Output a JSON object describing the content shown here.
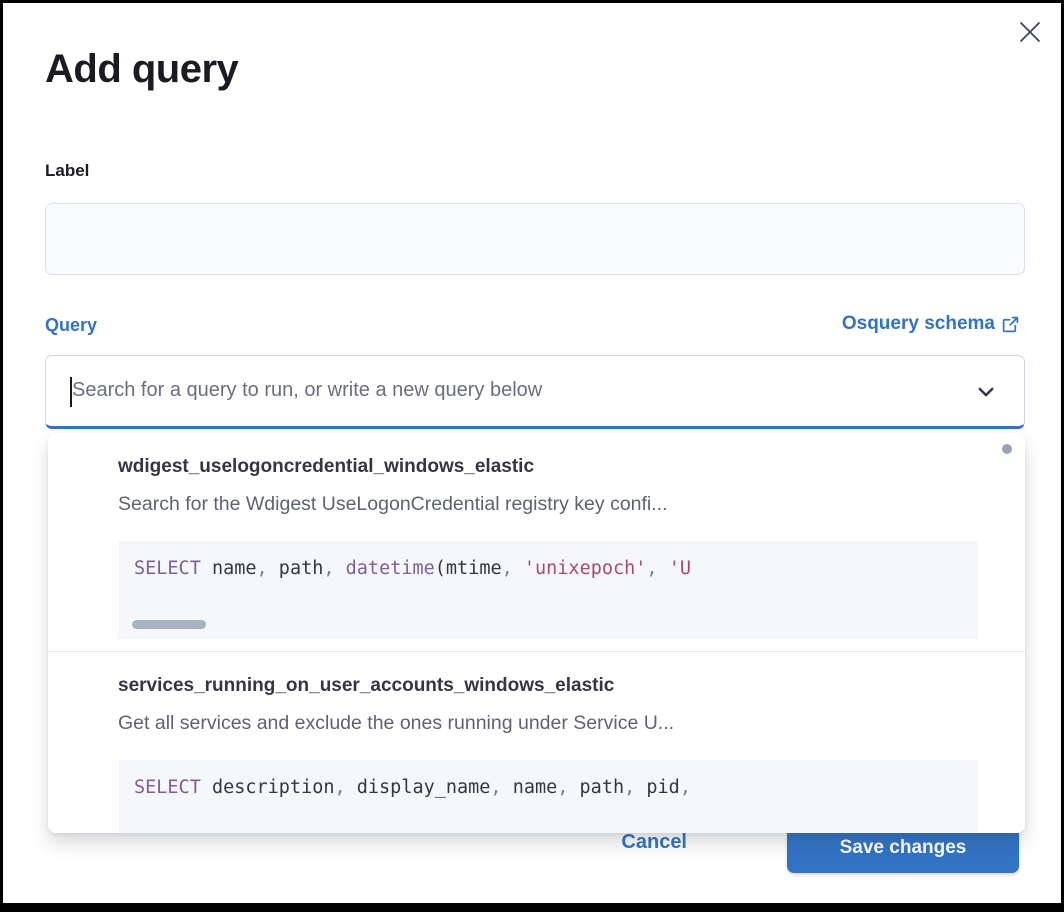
{
  "modal": {
    "title": "Add query"
  },
  "form": {
    "label_field": {
      "label": "Label",
      "value": "",
      "placeholder": ""
    },
    "query_field": {
      "label": "Query",
      "schema_link_text": "Osquery schema",
      "schema_link_icon": "external-link-icon",
      "combobox_placeholder": "Search for a query to run, or write a new query below",
      "combobox_value": ""
    }
  },
  "dropdown": {
    "options": [
      {
        "title": "wdigest_uselogoncredential_windows_elastic",
        "description": "Search for the Wdigest UseLogonCredential registry key confi...",
        "has_h_scrollbar": true,
        "sql_tokens": [
          {
            "text": "SELECT",
            "type": "keyword"
          },
          {
            "text": " name",
            "type": "plain"
          },
          {
            "text": ",",
            "type": "punct"
          },
          {
            "text": " path",
            "type": "plain"
          },
          {
            "text": ",",
            "type": "punct"
          },
          {
            "text": " ",
            "type": "plain"
          },
          {
            "text": "datetime",
            "type": "keyword"
          },
          {
            "text": "(mtime",
            "type": "plain"
          },
          {
            "text": ",",
            "type": "punct"
          },
          {
            "text": " ",
            "type": "plain"
          },
          {
            "text": "'unixepoch'",
            "type": "string"
          },
          {
            "text": ",",
            "type": "punct"
          },
          {
            "text": " ",
            "type": "plain"
          },
          {
            "text": "'U",
            "type": "string"
          }
        ]
      },
      {
        "title": "services_running_on_user_accounts_windows_elastic",
        "description": "Get all services and exclude the ones running under Service U...",
        "has_h_scrollbar": false,
        "sql_tokens": [
          {
            "text": "SELECT",
            "type": "keyword"
          },
          {
            "text": " description",
            "type": "plain"
          },
          {
            "text": ",",
            "type": "punct"
          },
          {
            "text": " display_name",
            "type": "plain"
          },
          {
            "text": ",",
            "type": "punct"
          },
          {
            "text": " name",
            "type": "plain"
          },
          {
            "text": ",",
            "type": "punct"
          },
          {
            "text": " path",
            "type": "plain"
          },
          {
            "text": ",",
            "type": "punct"
          },
          {
            "text": " pid",
            "type": "plain"
          },
          {
            "text": ",",
            "type": "punct"
          }
        ]
      }
    ]
  },
  "footer": {
    "cancel_label": "Cancel",
    "save_label": "Save changes"
  },
  "icons": {
    "close": "close-icon",
    "chevron": "chevron-down-icon",
    "external_link": "external-link-icon",
    "scroll_dot": "vertical-scrollbar-thumb"
  },
  "colors": {
    "primary": "#3273c4",
    "keyword": "#7c609e",
    "string": "#a64d6d",
    "code_text": "#343741",
    "code_bg": "#f5f7fa"
  }
}
